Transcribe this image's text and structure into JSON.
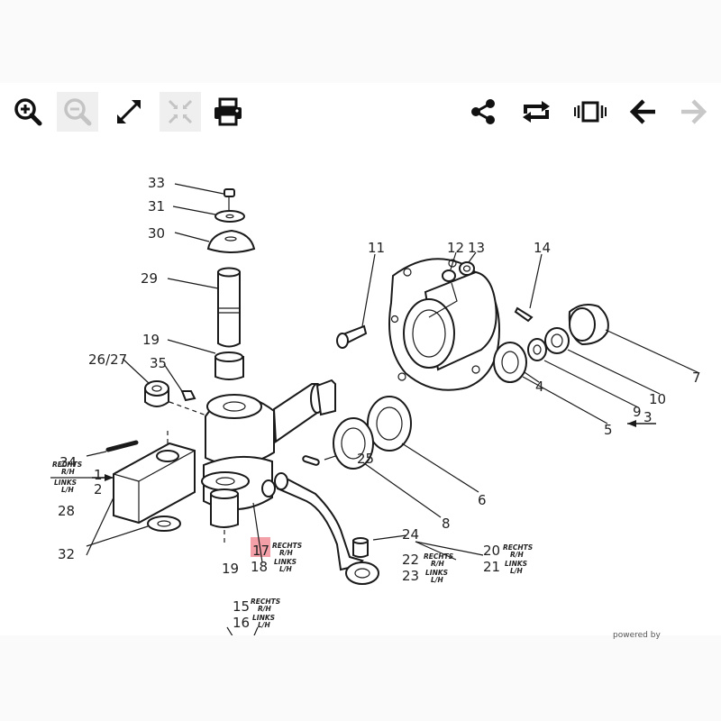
{
  "toolbar": {
    "buttons": [
      {
        "name": "zoom-in",
        "icon": "zoom-in-icon",
        "enabled": true
      },
      {
        "name": "zoom-out",
        "icon": "zoom-out-icon",
        "enabled": false
      },
      {
        "name": "fullscreen",
        "icon": "expand-icon",
        "enabled": true
      },
      {
        "name": "fit",
        "icon": "fit-icon",
        "enabled": false
      },
      {
        "name": "print",
        "icon": "print-icon",
        "enabled": true
      },
      {
        "name": "share",
        "icon": "share-icon",
        "enabled": true
      },
      {
        "name": "rotate",
        "icon": "rotate-icon",
        "enabled": true
      },
      {
        "name": "slideshow",
        "icon": "slideshow-icon",
        "enabled": true
      },
      {
        "name": "previous",
        "icon": "arrow-left-icon",
        "enabled": true
      },
      {
        "name": "next",
        "icon": "arrow-right-icon",
        "enabled": false
      }
    ]
  },
  "diagram": {
    "labels": {
      "n1": "1",
      "n2": "2",
      "n3": "3",
      "n4": "4",
      "n5": "5",
      "n6": "6",
      "n7": "7",
      "n8": "8",
      "n9": "9",
      "n10": "10",
      "n11": "11",
      "n12": "12",
      "n13": "13",
      "n14": "14",
      "n15": "15",
      "n16": "16",
      "n17": "17",
      "n18": "18",
      "n19a": "19",
      "n19b": "19",
      "n20": "20",
      "n21": "21",
      "n22": "22",
      "n23": "23",
      "n24": "24",
      "n25": "25",
      "n2627": "26/27",
      "n28": "28",
      "n29": "29",
      "n30": "30",
      "n31": "31",
      "n32": "32",
      "n33": "33",
      "n34": "34",
      "n35": "35"
    },
    "side": {
      "rechts": "RECHTS",
      "rh": "R/H",
      "links": "LINKS",
      "lh": "L/H"
    },
    "highlight_color": "#f4a0a8",
    "footer": "powered by"
  }
}
